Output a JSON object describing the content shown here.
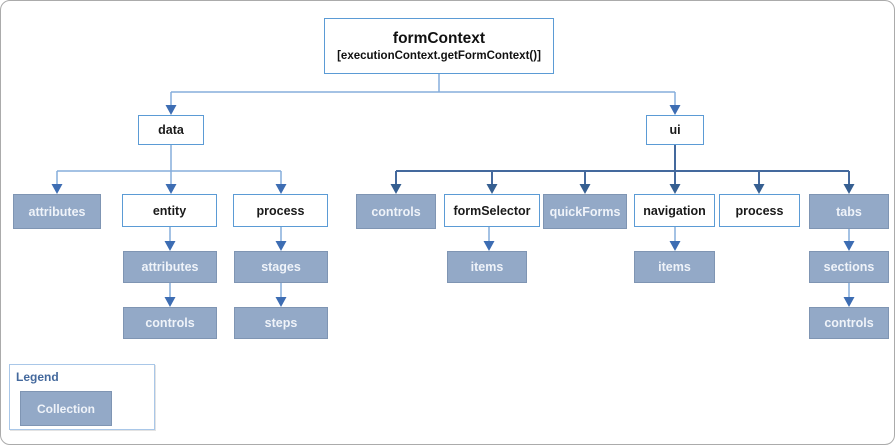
{
  "root": {
    "label": "formContext",
    "sublabel": "[executionContext.getFormContext()]"
  },
  "nodes": {
    "data": "data",
    "ui": "ui",
    "data_attributes": "attributes",
    "entity": "entity",
    "data_process": "process",
    "entity_attributes": "attributes",
    "entity_controls": "controls",
    "process_stages": "stages",
    "process_steps": "steps",
    "ui_controls": "controls",
    "form_selector": "formSelector",
    "quick_forms": "quickForms",
    "navigation": "navigation",
    "ui_process": "process",
    "tabs": "tabs",
    "form_selector_items": "items",
    "navigation_items": "items",
    "tabs_sections": "sections",
    "sections_controls": "controls"
  },
  "legend": {
    "title": "Legend",
    "collection": "Collection"
  },
  "colors": {
    "collection_fill": "#93A9C7",
    "collection_border": "#7F95B3",
    "node_border": "#5B9BD5",
    "connector_light_line": "#85ADDC",
    "connector_light_arrow": "#3D6DB3",
    "connector_dark_line": "#44699D",
    "connector_dark_arrow": "#365F91",
    "legend_title_color": "#44699D"
  }
}
